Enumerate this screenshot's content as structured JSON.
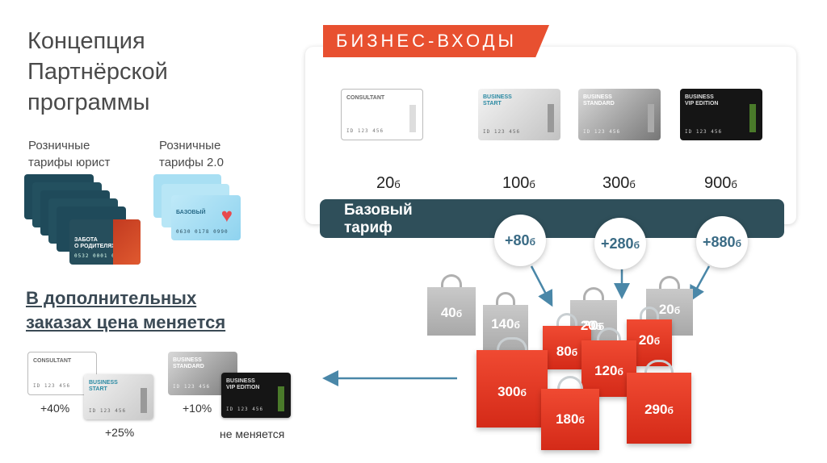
{
  "title": "Концепция\nПартнёрской\nпрограммы",
  "retail_lawyer": "Розничные\nтарифы юрист",
  "retail_20": "Розничные\nтарифы 2.0",
  "headline": "В дополнительных\nзаказах цена меняется",
  "banner": "БИЗНЕС-ВХОДЫ",
  "base_tariff": "Базовый\nтариф",
  "unit": "б",
  "prices": [
    "20",
    "100",
    "300",
    "900"
  ],
  "bonuses": [
    "+80",
    "+280",
    "+880"
  ],
  "gray_bags": [
    "40",
    "140",
    "20",
    "20"
  ],
  "red_bags": [
    "80",
    "20",
    "20",
    "120",
    "300",
    "180",
    "290"
  ],
  "modifiers": {
    "consultant": "+40%",
    "start": "+25%",
    "standard": "+10%",
    "vip": "не меняется"
  },
  "cards": {
    "consultant": {
      "name": "CONSULTANT",
      "number": "ID 123 456"
    },
    "start": {
      "name": "BUSINESS\nSTART",
      "number": "ID 123 456"
    },
    "standard": {
      "name": "BUSINESS\nSTANDARD",
      "number": "ID 123 456"
    },
    "vip": {
      "name": "BUSINESS\nVIP EDITION",
      "number": "ID 123 456"
    },
    "retail_dark": {
      "name": "ЗАБОТА\nО РОДИТЕЛЯХ",
      "number": "0532 0001 0002"
    },
    "retail_light": {
      "name": "БАЗОВЫЙ",
      "number": "0630 0178 0990"
    }
  },
  "colors": {
    "accent": "#e85030",
    "dark": "#2f4f5a",
    "bonus_text": "#3a6b85",
    "arrow": "#4a87a8"
  }
}
